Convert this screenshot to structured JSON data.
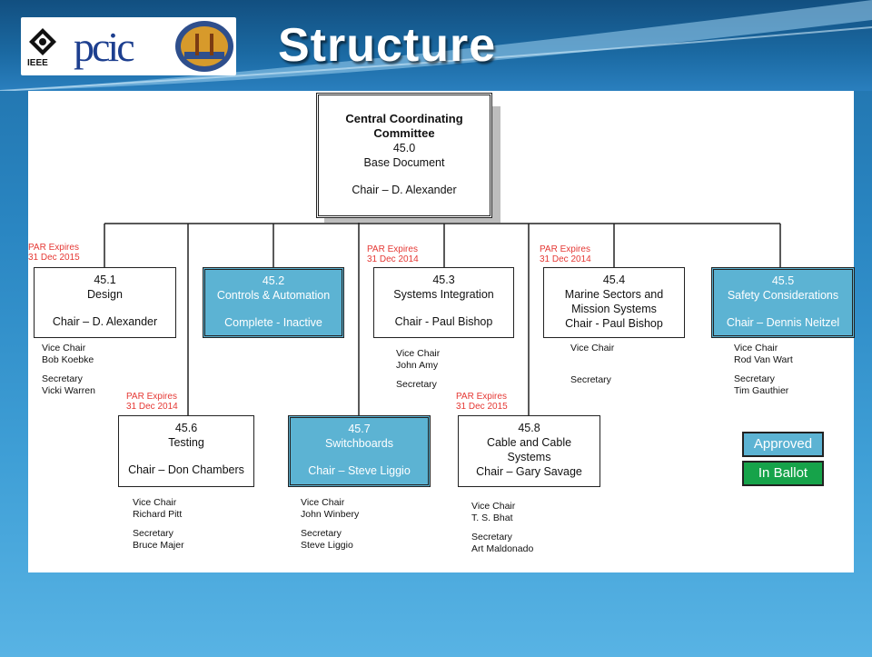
{
  "slide": {
    "title": "Structure",
    "logos": {
      "ieee": "IEEE",
      "pcic": "pcic"
    }
  },
  "central": {
    "line1": "Central Coordinating",
    "line2": "Committee",
    "number": "45.0",
    "subtitle": "Base Document",
    "chair": "Chair – D. Alexander"
  },
  "nodes": {
    "n451": {
      "number": "45.1",
      "name": "Design",
      "chair": "Chair – D. Alexander",
      "par": [
        "PAR Expires",
        "31 Dec 2015"
      ],
      "vice_label": "Vice Chair",
      "vice": "Bob Koebke",
      "sec_label": "Secretary",
      "sec": "Vicki Warren"
    },
    "n452": {
      "number": "45.2",
      "name": "Controls & Automation",
      "status": "Complete - Inactive"
    },
    "n453": {
      "number": "45.3",
      "name": "Systems Integration",
      "chair": "Chair - Paul Bishop",
      "par": [
        "PAR Expires",
        "31 Dec 2014"
      ],
      "vice_label": "Vice Chair",
      "vice": "John Amy",
      "sec_label": "Secretary"
    },
    "n454": {
      "number": "45.4",
      "name1": "Marine Sectors and",
      "name2": "Mission Systems",
      "chair": "Chair - Paul Bishop",
      "par": [
        "PAR Expires",
        "31 Dec 2014"
      ],
      "vice_label": "Vice Chair",
      "sec_label": "Secretary"
    },
    "n455": {
      "number": "45.5",
      "name": "Safety Considerations",
      "chair": "Chair – Dennis Neitzel",
      "vice_label": "Vice Chair",
      "vice": "Rod Van Wart",
      "sec_label": "Secretary",
      "sec": "Tim Gauthier"
    },
    "n456": {
      "number": "45.6",
      "name": "Testing",
      "chair": "Chair – Don Chambers",
      "par": [
        "PAR Expires",
        "31 Dec 2014"
      ],
      "vice_label": "Vice Chair",
      "vice": "Richard Pitt",
      "sec_label": "Secretary",
      "sec": "Bruce Majer"
    },
    "n457": {
      "number": "45.7",
      "name": "Switchboards",
      "chair": "Chair – Steve Liggio",
      "vice_label": "Vice Chair",
      "vice": "John Winbery",
      "sec_label": "Secretary",
      "sec": "Steve Liggio"
    },
    "n458": {
      "number": "45.8",
      "name1": "Cable and Cable",
      "name2": "Systems",
      "chair": "Chair – Gary Savage",
      "par": [
        "PAR Expires",
        "31 Dec 2015"
      ],
      "vice_label": "Vice Chair",
      "vice": "T. S. Bhat",
      "sec_label": "Secretary",
      "sec": "Art Maldonado"
    }
  },
  "legend": {
    "approved": "Approved",
    "in_ballot": "In Ballot",
    "approved_color": "#5cb3d3",
    "in_ballot_color": "#16a34a"
  }
}
